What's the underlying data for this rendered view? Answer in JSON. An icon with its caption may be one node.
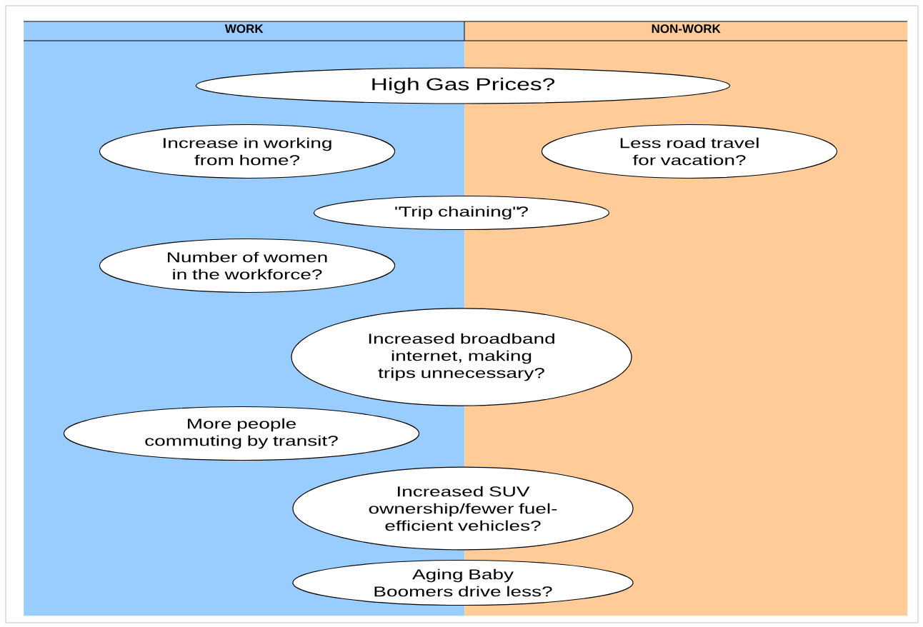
{
  "diagram": {
    "nodes": [
      {
        "text": [
          "WORK"
        ]
      },
      {
        "text": [
          "NON-WORK"
        ]
      },
      {
        "text": [
          "High Gas Prices?"
        ]
      },
      {
        "text": [
          "Increase in working from home?"
        ],
        "in": 0
      },
      {
        "text": [
          "Less road travel for vacation?"
        ],
        "in": 1
      },
      {
        "text": [
          "\"Trip chaining\"?"
        ]
      },
      {
        "text": [
          "Number of women in the workforce?"
        ],
        "in": 0
      },
      {
        "text": [
          "Increased broadband internet, making trips unnecessary?"
        ]
      },
      {
        "text": [
          "More people commuting by transit?"
        ],
        "in": 0
      },
      {
        "text": [
          "Increased SUV ownership/fewer fuel-efficient vehicles?"
        ]
      },
      {
        "text": [
          "Aging Baby Boomers drive less?"
        ]
      }
    ]
  }
}
